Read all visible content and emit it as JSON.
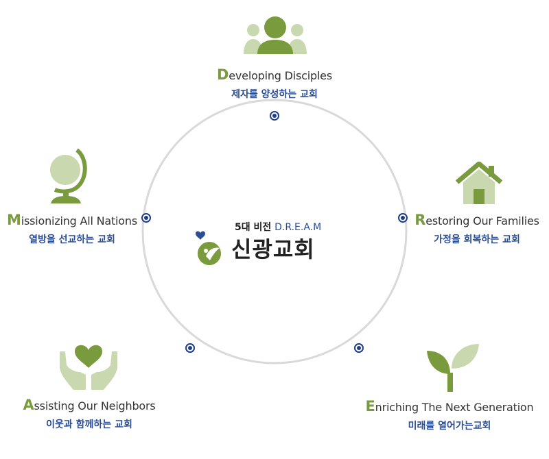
{
  "center": {
    "subtitle_prefix": "5대 비전",
    "subtitle_accent": "D.R.E.A.M",
    "church_name": "신광교회"
  },
  "items": [
    {
      "cap": "D",
      "rest": "eveloping Disciples",
      "ko": "제자를 양성하는 교회",
      "icon": "people-icon"
    },
    {
      "cap": "R",
      "rest": "estoring Our Families",
      "ko": "가정을 회복하는 교회",
      "icon": "house-icon"
    },
    {
      "cap": "E",
      "rest": "nriching The Next Generation",
      "ko": "미래를 열어가는교회",
      "icon": "sprout-icon"
    },
    {
      "cap": "A",
      "rest": "ssisting Our Neighbors",
      "ko": "이웃과 함께하는 교회",
      "icon": "heart-hands-icon"
    },
    {
      "cap": "M",
      "rest": "issionizing All Nations",
      "ko": "열방을 선교하는 교회",
      "icon": "globe-icon"
    }
  ],
  "colors": {
    "green_dark": "#7a9a3e",
    "green_light": "#c9d8ae",
    "navy": "#2a4d93",
    "ring": "#d9d9d9"
  }
}
